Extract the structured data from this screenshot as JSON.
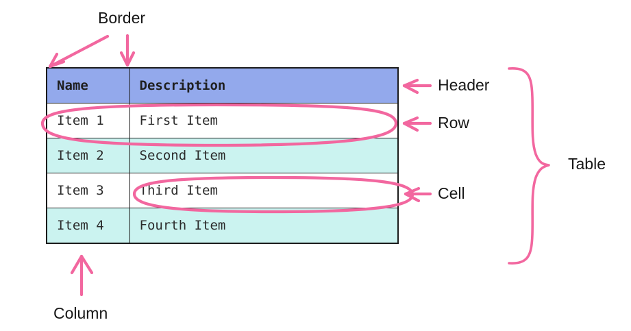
{
  "diagram": {
    "title": "HTML table anatomy diagram",
    "colors": {
      "header_bg": "#93a9ec",
      "row_alt_bg": "#cbf3f0",
      "row_bg": "#ffffff",
      "border": "#1b1b1b",
      "annotation": "#f2679f",
      "text": "#161616",
      "page_bg": "#ffffff"
    }
  },
  "table": {
    "columns": [
      "Name",
      "Description"
    ],
    "rows": [
      {
        "name": "Item 1",
        "description": "First Item"
      },
      {
        "name": "Item 2",
        "description": "Second Item"
      },
      {
        "name": "Item 3",
        "description": "Third Item"
      },
      {
        "name": "Item 4",
        "description": "Fourth Item"
      }
    ]
  },
  "annotations": {
    "border": {
      "label": "Border",
      "target": "table outer edge and column divider",
      "arrows": 2
    },
    "header": {
      "label": "Header",
      "target": "header row",
      "arrows": 1
    },
    "row": {
      "label": "Row",
      "target": "first body row",
      "arrows": 1,
      "marker": "ellipse"
    },
    "cell": {
      "label": "Cell",
      "target": "Third Item description cell",
      "arrows": 1,
      "marker": "ellipse"
    },
    "table": {
      "label": "Table",
      "target": "whole table",
      "marker": "brace"
    },
    "column": {
      "label": "Column",
      "target": "Name column",
      "arrows": 1
    }
  }
}
